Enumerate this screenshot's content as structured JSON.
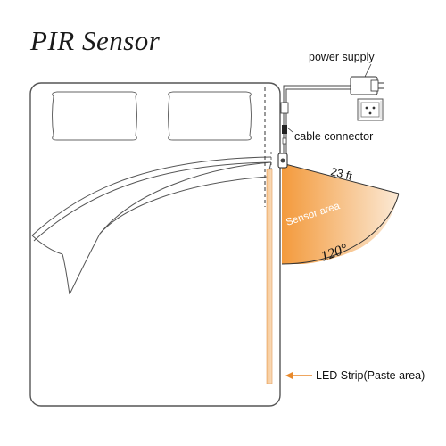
{
  "title": "PIR Sensor",
  "labels": {
    "power_supply": "power supply",
    "cable_connector": "cable connector",
    "distance": "23 ft",
    "sensor_area": "Sensor area",
    "angle": "120°",
    "led_strip": "LED Strip(Paste area)"
  },
  "colors": {
    "sensor_gradient_start": "#f39a3c",
    "sensor_gradient_end": "#fbe9d5",
    "led_strip": "#f5b877",
    "arrow": "#e8892b",
    "outline": "#555555"
  },
  "icons": {
    "power_adapter": "power-adapter-icon",
    "wall_socket": "wall-socket-icon",
    "pir_sensor": "pir-sensor-icon"
  }
}
